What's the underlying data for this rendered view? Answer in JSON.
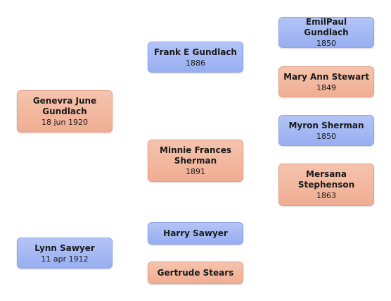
{
  "tree": {
    "genevra": {
      "name": "Genevra June Gundlach",
      "date": "18 jun 1920"
    },
    "lynn": {
      "name": "Lynn Sawyer",
      "date": "11 apr 1912"
    },
    "frank": {
      "name": "Frank E Gundlach",
      "date": "1886"
    },
    "minnie": {
      "name": "Minnie Frances Sherman",
      "date": "1891"
    },
    "harry": {
      "name": "Harry Sawyer"
    },
    "gertrude": {
      "name": "Gertrude Stears"
    },
    "emilpaul": {
      "name": "EmilPaul Gundlach",
      "date": "1850"
    },
    "maryann": {
      "name": "Mary Ann Stewart",
      "date": "1849"
    },
    "myron": {
      "name": "Myron Sherman",
      "date": "1850"
    },
    "mersana": {
      "name": "Mersana Stephenson",
      "date": "1863"
    }
  },
  "colors": {
    "male": "#a6b9f4",
    "female": "#f2b9a0"
  }
}
